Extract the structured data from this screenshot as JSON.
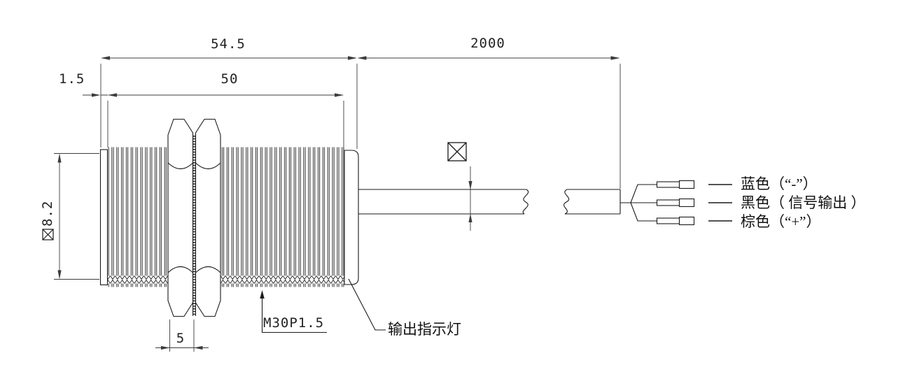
{
  "drawing": {
    "kind": "engineering-dimension-drawing",
    "dims": {
      "overall_length": "54.5",
      "thread_length": "50",
      "tip_length": "1.5",
      "cable_length": "2000",
      "nut_width": "5",
      "body_diameter": "8.2",
      "thread_spec": "M30P1.5"
    },
    "icons": {
      "diameter_box": "boxed-x-symbol"
    },
    "callouts": {
      "led": "输出指示灯"
    },
    "wires": [
      {
        "name": "blue",
        "label": "蓝色（“-”）"
      },
      {
        "name": "black",
        "label": "黑色（ 信号输出 ）"
      },
      {
        "name": "brown",
        "label": "棕色（“+”）"
      }
    ],
    "colors": {
      "background": "#ffffff",
      "object_line": "#1a1a1a",
      "dimension_line": "#3c3c3c",
      "text": "#111111"
    }
  }
}
